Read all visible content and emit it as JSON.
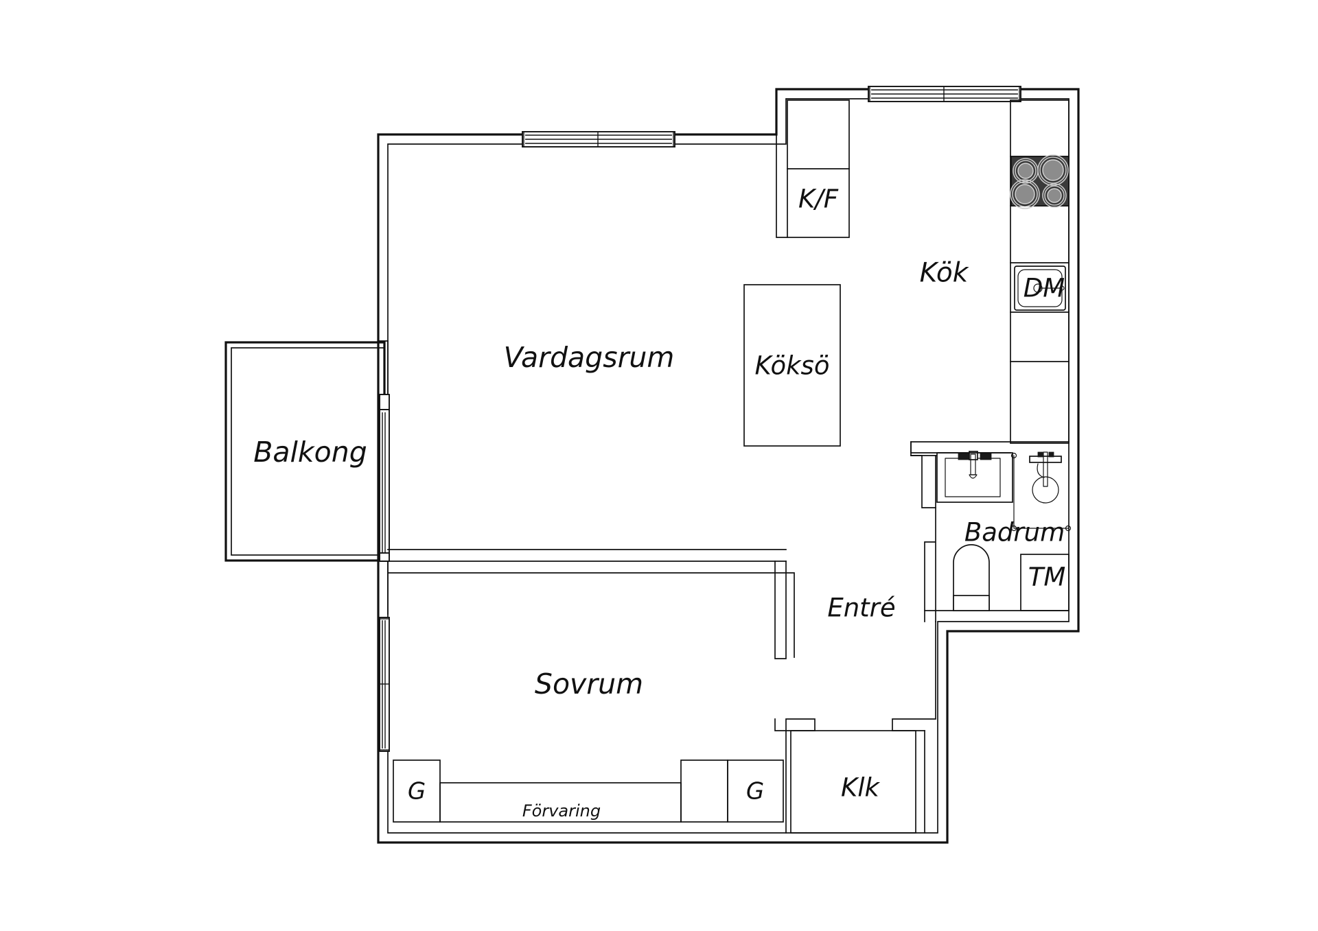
{
  "document": {
    "type": "apartment-floor-plan",
    "language": "sv",
    "background_color": "#ffffff",
    "line_color": "#111111",
    "stove_color": "#3a3a3a"
  },
  "rooms": {
    "living_room": {
      "label": "Vardagsrum"
    },
    "kitchen": {
      "label": "Kök"
    },
    "kitchen_island": {
      "label": "Köksö"
    },
    "balcony": {
      "label": "Balkong"
    },
    "bedroom": {
      "label": "Sovrum"
    },
    "hall": {
      "label": "Entré"
    },
    "bathroom": {
      "label": "Badrum"
    },
    "walk_in_closet": {
      "label": "Klk"
    },
    "storage": {
      "label": "Förvaring"
    }
  },
  "fixtures": {
    "fridge_freezer": {
      "label": "K/F"
    },
    "dishwasher": {
      "label": "DM"
    },
    "tumble_dryer": {
      "label": "TM"
    },
    "wardrobe_left": {
      "label": "G"
    },
    "wardrobe_right": {
      "label": "G"
    },
    "stove": {
      "label": "",
      "burners": 4
    },
    "kitchen_sink": {
      "label": ""
    },
    "wash_basin": {
      "label": ""
    },
    "shower": {
      "label": ""
    },
    "toilet": {
      "label": ""
    }
  },
  "openings": {
    "living_room_window": {
      "panes": 2
    },
    "kitchen_window": {
      "panes": 2
    },
    "balcony_door": {
      "panes": 1
    },
    "bedroom_window": {
      "panes": 2
    }
  }
}
